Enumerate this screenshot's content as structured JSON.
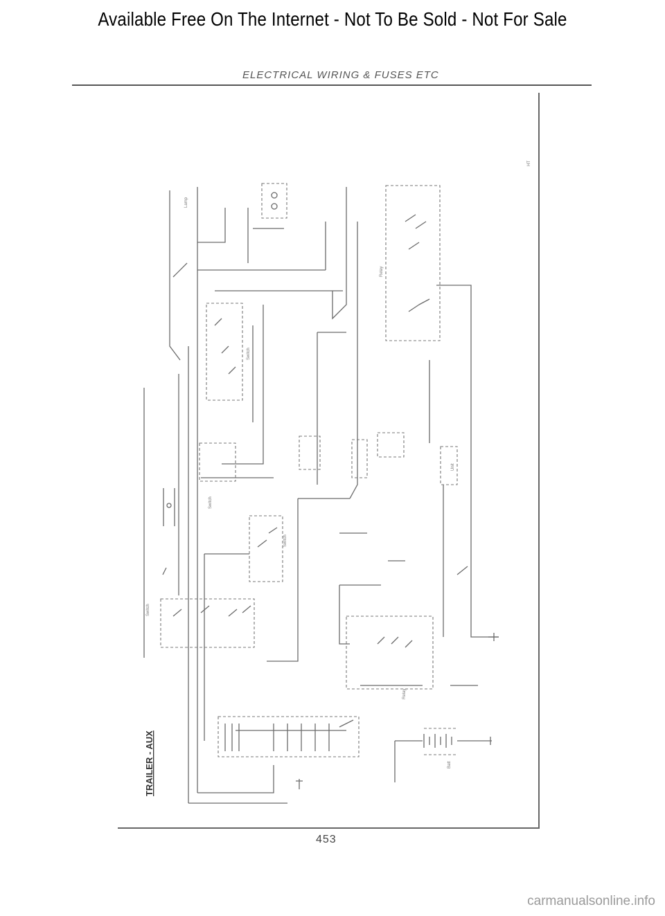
{
  "banner": {
    "text": "Available Free On The Internet - Not To Be Sold - Not For Sale"
  },
  "page": {
    "section_title": "ELECTRICAL WIRING & FUSES ETC",
    "page_number": "453"
  },
  "diagram": {
    "title": "TRAILER - AUX"
  },
  "footer": {
    "watermark": "carmanualsonline.info"
  }
}
